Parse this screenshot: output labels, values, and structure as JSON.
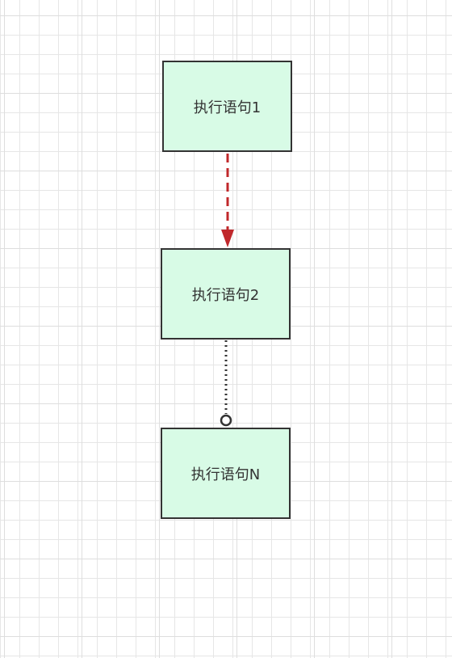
{
  "diagram": {
    "node_fill": "#d8fbe6",
    "node_border": "#333333",
    "nodes": [
      {
        "id": "n1",
        "label": "执行语句1"
      },
      {
        "id": "n2",
        "label": "执行语句2"
      },
      {
        "id": "n3",
        "label": "执行语句N"
      }
    ],
    "edges": [
      {
        "from": "n1",
        "to": "n2",
        "style": "dashed",
        "color": "#c0282b",
        "head": "arrow"
      },
      {
        "from": "n2",
        "to": "n3",
        "style": "dotted",
        "color": "#333333",
        "head": "open-circle"
      }
    ]
  }
}
